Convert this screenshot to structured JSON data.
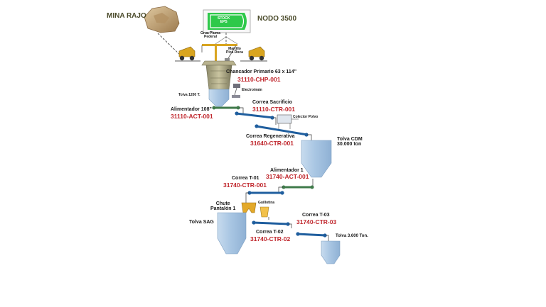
{
  "labels": {
    "mina_rajo": "MINA RAJO",
    "nodo": "NODO 3500",
    "stock_logo": "STOCK\nEPS",
    "grua": "Grua Pluma\nPederal",
    "martillo": "Martillo\nPica Roca",
    "chancador": "Chancador Primario 63 x 114\"",
    "chancador_tag": "31110-CHP-001",
    "electroiman": "Electroimán",
    "tolva_1200": "Tolva 1200 T.",
    "alimentador_108": "Alimentador 108\"",
    "alimentador_108_tag": "31110-ACT-001",
    "correa_sacrificio": "Correa Sacrificio",
    "correa_sacrificio_tag": "31110-CTR-001",
    "colector": "Colector Polvo",
    "correa_regenerativa": "Correa Regenerativa",
    "correa_regenerativa_tag": "31640-CTR-001",
    "tolva_cdm": "Tolva CDM\n30.000 ton",
    "alimentador_1": "Alimentador 1",
    "alimentador_1_tag": "31740-ACT-001",
    "correa_t01": "Correa T-01",
    "correa_t01_tag": "31740-CTR-001",
    "chute": "Chute\nPantalón 1",
    "guillotina": "Guillotina",
    "tolva_sag": "Tolva SAG",
    "correa_t03": "Correa T-03",
    "correa_t03_tag": "31740-CTR-03",
    "correa_t02": "Correa T-02",
    "correa_t02_tag": "31740-CTR-02",
    "tolva_3600": "Tolva 3.600 Ton."
  },
  "colors": {
    "belt_blue": "#1f5e9e",
    "feeder_green": "#3f7a4a",
    "hopper_blue": "#a9c6e3",
    "tag_red": "#c0272d",
    "rock_tan": "#c8a878",
    "truck_yellow": "#d9a520",
    "nodo_green": "#2ec94a"
  },
  "icons": [
    "rock-pile-icon",
    "stock-logo-icon",
    "crane-icon",
    "haul-truck-icon",
    "crusher-icon",
    "electromagnet-icon",
    "dust-collector-icon",
    "hopper-icon",
    "chute-icon",
    "gate-icon"
  ]
}
